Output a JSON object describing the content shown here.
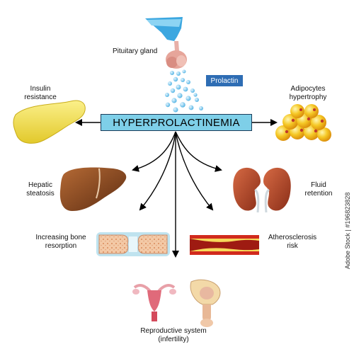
{
  "title": "HYPERPROLACTINEMIA",
  "hormone": "Prolactin",
  "labels": {
    "pituitary": "Pituitary gland",
    "insulin": "Insulin\nresistance",
    "adipocytes": "Adipocytes\nhypertrophy",
    "hepatic": "Hepatic\nsteatosis",
    "fluid": "Fluid\nretention",
    "bone": "Increasing bone\nresorption",
    "athero": "Atherosclerosis\nrisk",
    "reproductive": "Reproductive system\n(infertility)"
  },
  "watermark": "Adobe Stock | #196823828",
  "colors": {
    "main_box": "#7ecfe8",
    "prolactin_tag": "#2e6db4",
    "droplets": "#6fc2e8",
    "pancreas": "#f3e251",
    "liver": "#8b4a24",
    "kidney": "#b8472c",
    "fat": "#f2b51c",
    "artery": "#d12a1d",
    "plaque": "#f6d95a"
  },
  "icons": [
    "pancreas-icon",
    "pituitary-icon",
    "fat-cells-icon",
    "liver-icon",
    "kidneys-icon",
    "bone-joint-icon",
    "artery-icon",
    "female-reproductive-icon",
    "male-reproductive-icon"
  ]
}
